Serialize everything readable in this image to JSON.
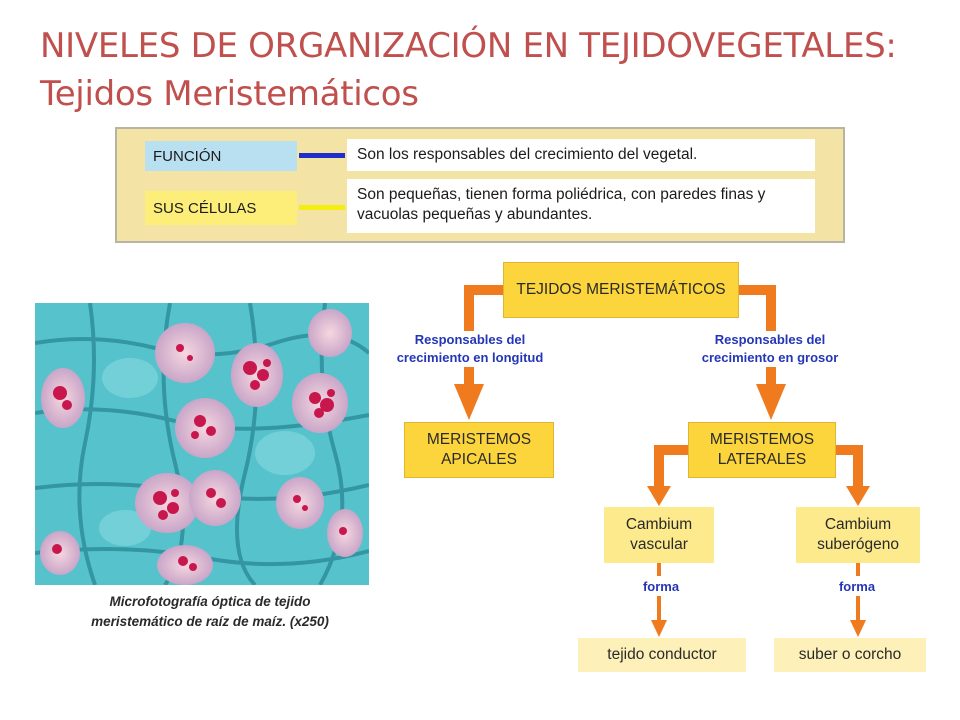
{
  "title": {
    "line1": "NIVELES DE ORGANIZACIÓN EN  TEJIDOVEGETALES:",
    "line2": "Tejidos Meristemáticos"
  },
  "info_panel": {
    "function_label": "FUNCIÓN",
    "function_text": "Son los responsables del crecimiento del vegetal.",
    "cells_label": "SUS CÉLULAS",
    "cells_text": "Son pequeñas, tienen forma poliédrica, con paredes finas y vacuolas pequeñas y abundantes.",
    "colors": {
      "function_tag": "#b9e0f0",
      "cells_tag": "#fdee7a",
      "function_bar": "#1f2fc9",
      "cells_bar": "#f4ee10",
      "panel_bg": "#f3e3a5"
    }
  },
  "micrograph": {
    "caption_line1": "Microfotografía óptica de tejido",
    "caption_line2": "meristemático de raíz de maíz. (x250)"
  },
  "flowchart": {
    "root": "TEJIDOS MERISTEMÁTICOS",
    "left_connector": "Responsables del crecimiento en longitud",
    "right_connector": "Responsables del crecimiento en grosor",
    "apical": "MERISTEMOS APICALES",
    "lateral": "MERISTEMOS LATERALES",
    "cambium_vascular": "Cambium vascular",
    "cambium_suberogeno": "Cambium suberógeno",
    "forma_1": "forma",
    "forma_2": "forma",
    "tejido_conductor": "tejido conductor",
    "suber": "suber o corcho",
    "colors": {
      "arrow": "#f07a1e",
      "primary_box": "#fcd53c",
      "secondary_box": "#fdea8c",
      "tertiary_box": "#fdf0b8",
      "connector_text": "#2436b8"
    }
  }
}
